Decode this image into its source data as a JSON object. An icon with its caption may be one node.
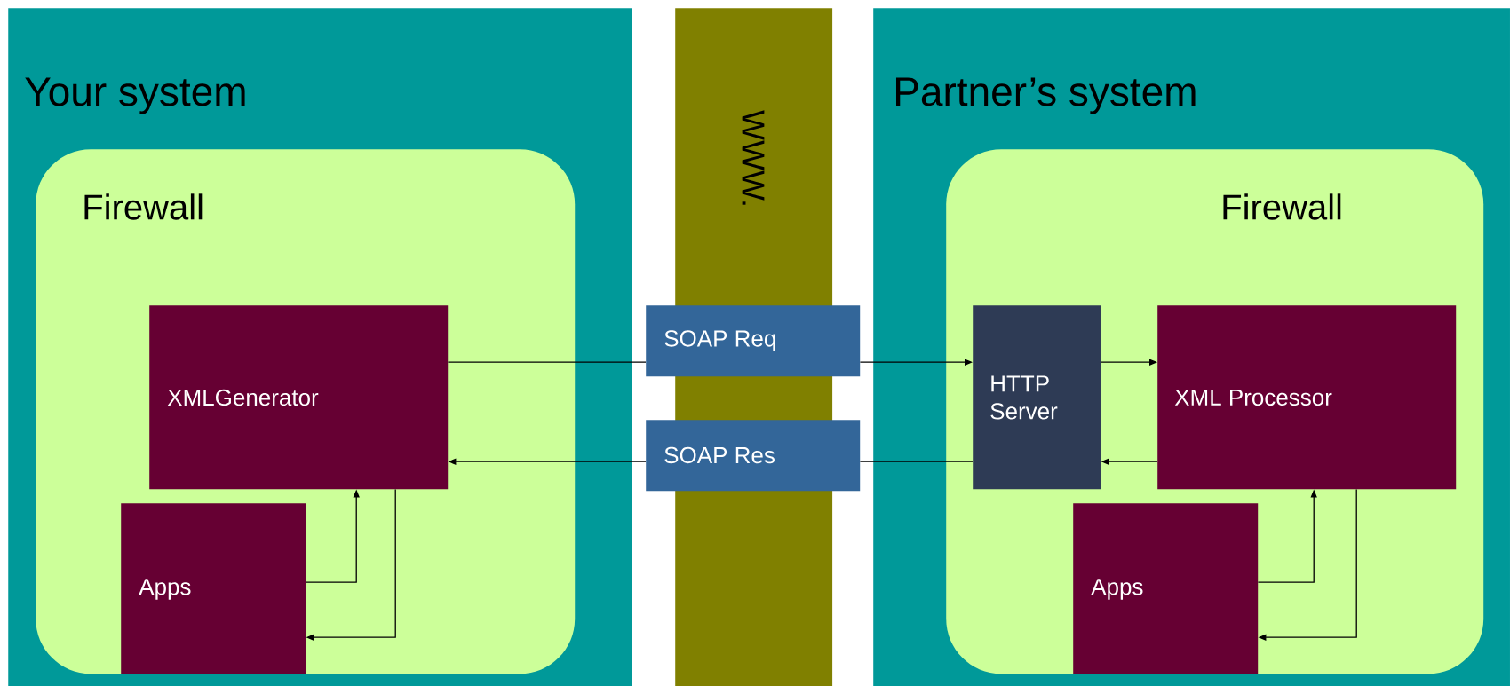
{
  "diagram": {
    "nodes": [
      {
        "text": [
          "Your system"
        ]
      },
      {
        "text": [
          "Firewall"
        ],
        "in": 0
      },
      {
        "text": [
          "XMLGenerator"
        ],
        "in": 1
      },
      {
        "text": [
          "Apps"
        ],
        "in": 1
      },
      {
        "text": [
          "WWW."
        ]
      },
      {
        "text": [
          "SOAP Req"
        ]
      },
      {
        "text": [
          "SOAP Res"
        ]
      },
      {
        "text": [
          "Partner’s system"
        ]
      },
      {
        "text": [
          "Firewall"
        ],
        "in": 7
      },
      {
        "text": [
          "HTTP Server"
        ],
        "in": 8
      },
      {
        "text": [
          "XML Processor"
        ],
        "in": 8
      },
      {
        "text": [
          "Apps"
        ],
        "in": 8
      }
    ],
    "edges": [
      {
        "from": 2,
        "to": 5,
        "arrow": "none"
      },
      {
        "from": 5,
        "to": 9,
        "arrow": "to"
      },
      {
        "from": 9,
        "to": 6,
        "arrow": "none"
      },
      {
        "from": 6,
        "to": 2,
        "arrow": "to"
      },
      {
        "from": 3,
        "to": 2,
        "arrow": "to"
      },
      {
        "from": 2,
        "to": 3,
        "arrow": "to"
      },
      {
        "from": 9,
        "to": 10,
        "arrow": "to"
      },
      {
        "from": 10,
        "to": 9,
        "arrow": "to"
      },
      {
        "from": 11,
        "to": 10,
        "arrow": "to"
      },
      {
        "from": 10,
        "to": 11,
        "arrow": "to"
      }
    ]
  }
}
